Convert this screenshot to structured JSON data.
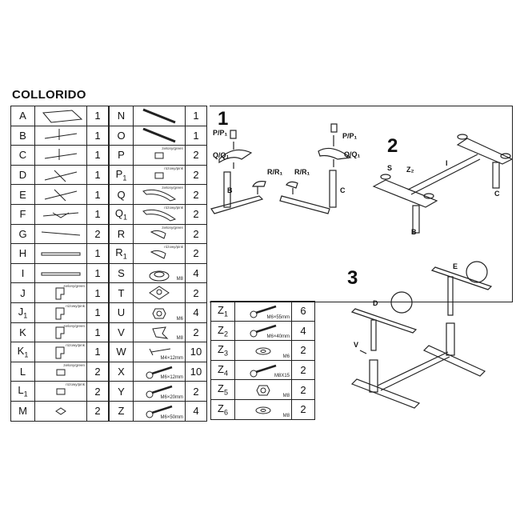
{
  "title": "COLLORIDO",
  "left_parts": [
    {
      "letter": "A",
      "sub": "",
      "qty": "1",
      "note": "",
      "size": "",
      "icon": "tabletop-icon"
    },
    {
      "letter": "B",
      "sub": "",
      "qty": "1",
      "note": "",
      "size": "",
      "icon": "leg-frame-icon"
    },
    {
      "letter": "C",
      "sub": "",
      "qty": "1",
      "note": "",
      "size": "",
      "icon": "leg-frame-icon"
    },
    {
      "letter": "D",
      "sub": "",
      "qty": "1",
      "note": "",
      "size": "",
      "icon": "support-bracket-icon"
    },
    {
      "letter": "E",
      "sub": "",
      "qty": "1",
      "note": "",
      "size": "",
      "icon": "support-bracket-icon"
    },
    {
      "letter": "F",
      "sub": "",
      "qty": "1",
      "note": "",
      "size": "",
      "icon": "cross-brace-icon"
    },
    {
      "letter": "G",
      "sub": "",
      "qty": "2",
      "note": "",
      "size": "",
      "icon": "rod-icon"
    },
    {
      "letter": "H",
      "sub": "",
      "qty": "1",
      "note": "",
      "size": "",
      "icon": "rail-icon"
    },
    {
      "letter": "I",
      "sub": "",
      "qty": "1",
      "note": "",
      "size": "",
      "icon": "rail-icon"
    },
    {
      "letter": "J",
      "sub": "",
      "qty": "1",
      "note": "zielony/green",
      "size": "",
      "icon": "clip-icon"
    },
    {
      "letter": "J",
      "sub": "1",
      "qty": "1",
      "note": "różowy/pink",
      "size": "",
      "icon": "clip-icon"
    },
    {
      "letter": "K",
      "sub": "",
      "qty": "1",
      "note": "zielony/green",
      "size": "",
      "icon": "clip-icon"
    },
    {
      "letter": "K",
      "sub": "1",
      "qty": "1",
      "note": "różowy/pink",
      "size": "",
      "icon": "clip-icon"
    },
    {
      "letter": "L",
      "sub": "",
      "qty": "2",
      "note": "zielony/green",
      "size": "",
      "icon": "cap-icon"
    },
    {
      "letter": "L",
      "sub": "1",
      "qty": "2",
      "note": "różowy/pink",
      "size": "",
      "icon": "cap-icon"
    },
    {
      "letter": "M",
      "sub": "",
      "qty": "2",
      "note": "",
      "size": "",
      "icon": "plate-icon"
    }
  ],
  "mid_parts": [
    {
      "letter": "N",
      "sub": "",
      "qty": "1",
      "note": "",
      "size": "",
      "icon": "spring-icon"
    },
    {
      "letter": "O",
      "sub": "",
      "qty": "1",
      "note": "",
      "size": "",
      "icon": "spring-icon"
    },
    {
      "letter": "P",
      "sub": "",
      "qty": "2",
      "note": "zielony/green",
      "size": "",
      "icon": "cap-icon"
    },
    {
      "letter": "P",
      "sub": "1",
      "qty": "2",
      "note": "różowy/pink",
      "size": "",
      "icon": "cap-icon"
    },
    {
      "letter": "Q",
      "sub": "",
      "qty": "2",
      "note": "zielony/green",
      "size": "",
      "icon": "cover-icon"
    },
    {
      "letter": "Q",
      "sub": "1",
      "qty": "2",
      "note": "różowy/pink",
      "size": "",
      "icon": "cover-icon"
    },
    {
      "letter": "R",
      "sub": "",
      "qty": "2",
      "note": "zielony/green",
      "size": "",
      "icon": "foot-cap-icon"
    },
    {
      "letter": "R",
      "sub": "1",
      "qty": "2",
      "note": "różowy/pink",
      "size": "",
      "icon": "foot-cap-icon"
    },
    {
      "letter": "S",
      "sub": "",
      "qty": "4",
      "note": "",
      "size": "M8",
      "icon": "leveler-icon"
    },
    {
      "letter": "T",
      "sub": "",
      "qty": "2",
      "note": "",
      "size": "",
      "icon": "mount-plate-icon"
    },
    {
      "letter": "U",
      "sub": "",
      "qty": "4",
      "note": "",
      "size": "M6",
      "icon": "nut-icon"
    },
    {
      "letter": "V",
      "sub": "",
      "qty": "2",
      "note": "",
      "size": "M8",
      "icon": "knob-icon"
    },
    {
      "letter": "W",
      "sub": "",
      "qty": "10",
      "note": "",
      "size": "M4×12mm",
      "icon": "screw-icon"
    },
    {
      "letter": "X",
      "sub": "",
      "qty": "10",
      "note": "",
      "size": "M6×12mm",
      "icon": "bolt-icon"
    },
    {
      "letter": "Y",
      "sub": "",
      "qty": "2",
      "note": "",
      "size": "M6×20mm",
      "icon": "bolt-icon"
    },
    {
      "letter": "Z",
      "sub": "",
      "qty": "4",
      "note": "",
      "size": "M6×50mm",
      "icon": "bolt-icon"
    }
  ],
  "z_parts": [
    {
      "letter": "Z",
      "sub": "1",
      "qty": "6",
      "note": "",
      "size": "M6×55mm",
      "icon": "bolt-icon"
    },
    {
      "letter": "Z",
      "sub": "2",
      "qty": "4",
      "note": "",
      "size": "M6×40mm",
      "icon": "bolt-icon"
    },
    {
      "letter": "Z",
      "sub": "3",
      "qty": "2",
      "note": "",
      "size": "M6",
      "icon": "washer-icon"
    },
    {
      "letter": "Z",
      "sub": "4",
      "qty": "2",
      "note": "",
      "size": "M8X15",
      "icon": "bolt-icon"
    },
    {
      "letter": "Z",
      "sub": "5",
      "qty": "2",
      "note": "",
      "size": "M8",
      "icon": "nut-icon"
    },
    {
      "letter": "Z",
      "sub": "6",
      "qty": "2",
      "note": "",
      "size": "M8",
      "icon": "washer-icon"
    }
  ],
  "steps": {
    "s1": "1",
    "s2": "2",
    "s3": "3",
    "s1_labels": {
      "pp1_left": "P/P₁",
      "qq1_left": "Q/Q₁",
      "b": "B",
      "rr1_left": "R/R₁",
      "rr1_right": "R/R₁",
      "pp1_right": "P/P₁",
      "qq1_right": "Q/Q₁",
      "c": "C"
    },
    "s2_labels": {
      "s": "S",
      "z2": "Z₂",
      "i": "I",
      "c": "C",
      "b": "B"
    },
    "s3_labels": {
      "e": "E",
      "d": "D",
      "v": "V"
    }
  }
}
